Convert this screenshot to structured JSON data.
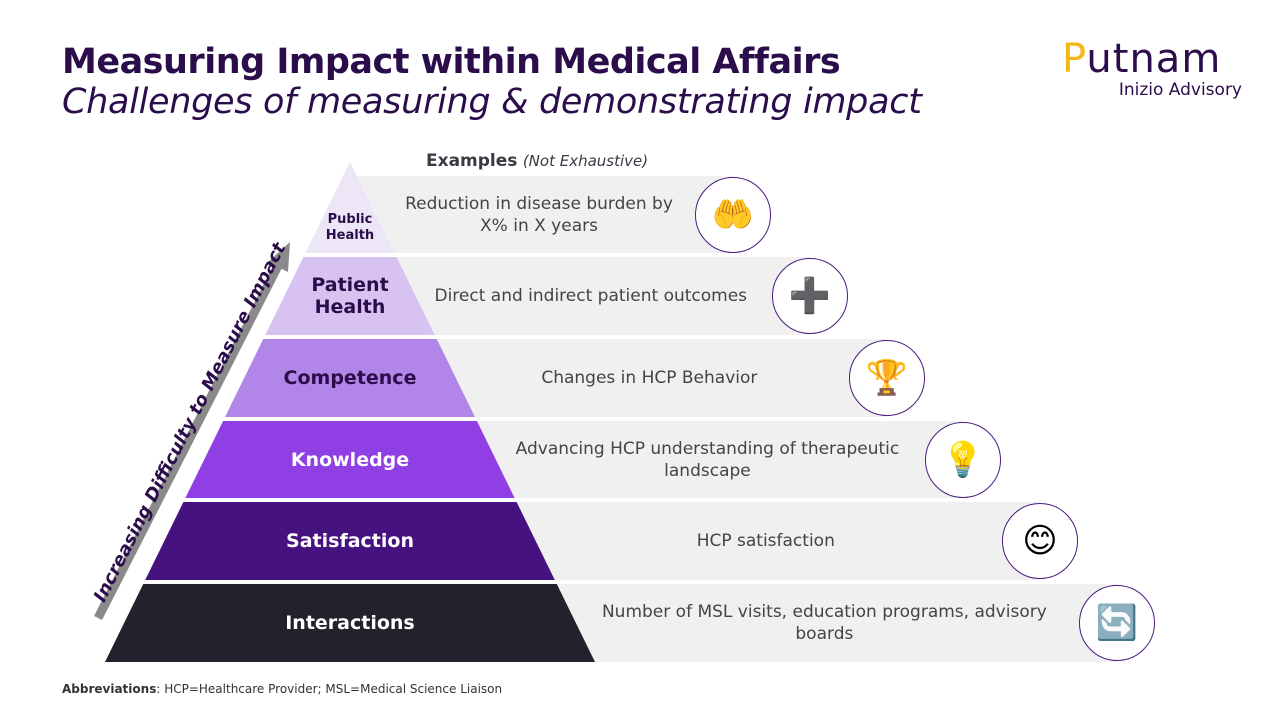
{
  "title": "Measuring Impact within Medical Affairs",
  "subtitle": "Challenges of measuring & demonstrating impact",
  "logo": {
    "main_first": "P",
    "main_rest": "utnam",
    "sub": "Inizio Advisory"
  },
  "examples_header": {
    "bold": "Examples",
    "italic": "(Not Exhaustive)"
  },
  "arrow_label": "Increasing Difficulty to Measure Impact",
  "tiers": [
    {
      "label": "Public Health",
      "example": "Reduction in disease burden by X% in X years",
      "icon": "hands-community-heart",
      "color": "#ede6f7",
      "text_color": "#2a0d4a"
    },
    {
      "label": "Patient Health",
      "example": "Direct and indirect patient outcomes",
      "icon": "medical-cross-heart",
      "color": "#d8c2f2",
      "text_color": "#2a0d4a"
    },
    {
      "label": "Competence",
      "example": "Changes in HCP Behavior",
      "icon": "team-flag-podium",
      "color": "#b285e8",
      "text_color": "#2a0d4a"
    },
    {
      "label": "Knowledge",
      "example": "Advancing HCP understanding of therapeutic landscape",
      "icon": "lightbulb-gear",
      "color": "#8f3fe3",
      "text_color": "#ffffff"
    },
    {
      "label": "Satisfaction",
      "example": "HCP satisfaction",
      "icon": "satisfaction-gauge",
      "color": "#46127f",
      "text_color": "#ffffff"
    },
    {
      "label": "Interactions",
      "example": "Number of MSL visits, education programs, advisory boards",
      "icon": "people-exchange-check",
      "color": "#22222c",
      "text_color": "#ffffff"
    }
  ],
  "abbreviations": {
    "bold": "Abbreviations",
    "text": ": HCP=Healthcare Provider; MSL=Medical Science Liaison"
  }
}
